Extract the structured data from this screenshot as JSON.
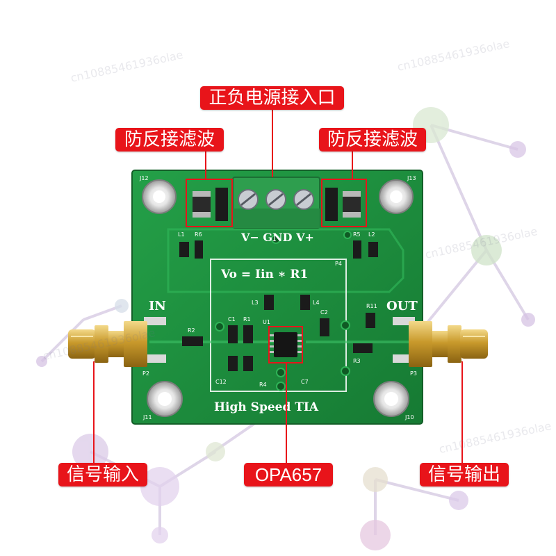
{
  "callouts": {
    "power_input": "正负电源接入口",
    "reverse_filter_left": "防反接滤波",
    "reverse_filter_right": "防反接滤波",
    "signal_input": "信号输入",
    "opamp": "OPA657",
    "signal_output": "信号输出"
  },
  "board": {
    "power_pins": "V− GND V+",
    "formula": "Vo = Iin ∗ R1",
    "title": "High Speed TIA",
    "label_in": "IN",
    "label_out": "OUT",
    "holes": [
      "J12",
      "J13",
      "J11",
      "J10"
    ],
    "components": [
      "L1",
      "R6",
      "L2",
      "R5",
      "R2",
      "R3",
      "R11",
      "C1",
      "R1",
      "C2",
      "L3",
      "L4",
      "U1",
      "C12",
      "R4",
      "C7",
      "P4",
      "P2",
      "P3"
    ]
  },
  "watermark": "cn10885461936olae",
  "colors": {
    "callout": "#e8141a",
    "pcb": "#1e8a3e",
    "terminal": "#2e9e4e",
    "sma_gold": "#d4a430"
  }
}
